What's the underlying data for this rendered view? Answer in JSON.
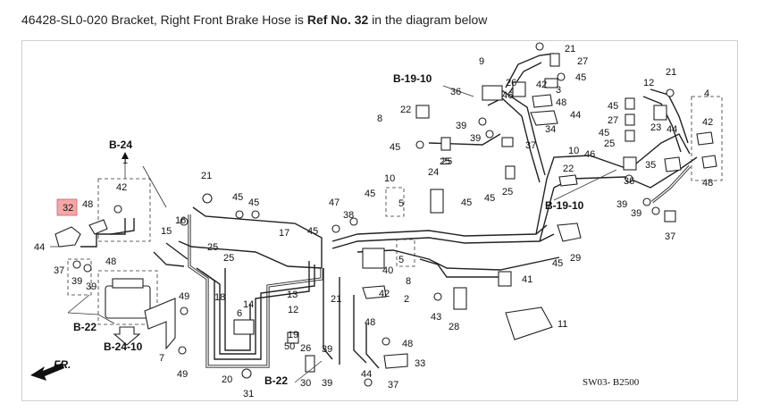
{
  "caption": {
    "part_text": "46428-SL0-020 Bracket, Right Front Brake Hose is",
    "ref_text": "Ref No. 32",
    "suffix_text": "in the diagram below"
  },
  "diagram": {
    "highlighted_ref": "32",
    "highlight_color": "#f4a7a7",
    "drawing_code": "SW03- B2500",
    "front_arrow": "FR.",
    "sections": {
      "b1910_top": "B-19-10",
      "b24": "B-24",
      "b1910_right": "B-19-10",
      "b22_left": "B-22",
      "b2410": "B-24-10",
      "b22_bottom": "B-22"
    },
    "callouts": [
      "1",
      "2",
      "3",
      "4",
      "5",
      "6",
      "7",
      "8",
      "9",
      "10",
      "11",
      "12",
      "13",
      "14",
      "15",
      "16",
      "17",
      "18",
      "19",
      "20",
      "21",
      "22",
      "23",
      "24",
      "25",
      "26",
      "27",
      "28",
      "29",
      "30",
      "31",
      "32",
      "33",
      "34",
      "35",
      "36",
      "37",
      "38",
      "39",
      "40",
      "41",
      "42",
      "43",
      "44",
      "45",
      "46",
      "47",
      "48",
      "49",
      "50"
    ]
  }
}
